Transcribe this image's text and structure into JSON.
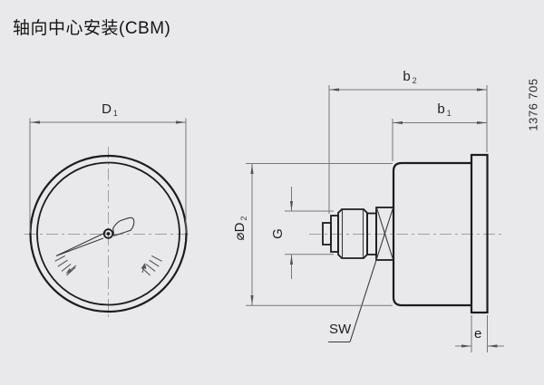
{
  "title": "轴向中心安装(CBM)",
  "reference_number": "1376 705",
  "labels": {
    "d1": {
      "main": "D",
      "sub": "1"
    },
    "b2": {
      "main": "b",
      "sub": "2"
    },
    "b1": {
      "main": "b",
      "sub": "1"
    },
    "phi_d2": {
      "main": "⌀D",
      "sub": "2"
    },
    "g": {
      "main": "G"
    },
    "sw": {
      "main": "SW"
    },
    "e": {
      "main": "e"
    }
  },
  "views": {
    "front": "gauge front view with dial, pointer and bezel circles",
    "side": "gauge side view with case, back flange and axial threaded connection"
  },
  "colors": {
    "background": "#e9e9ec",
    "outline": "#1c1c1e",
    "dimension_line": "#77777c",
    "centerline": "#9fa0a6",
    "text": "#141414"
  }
}
